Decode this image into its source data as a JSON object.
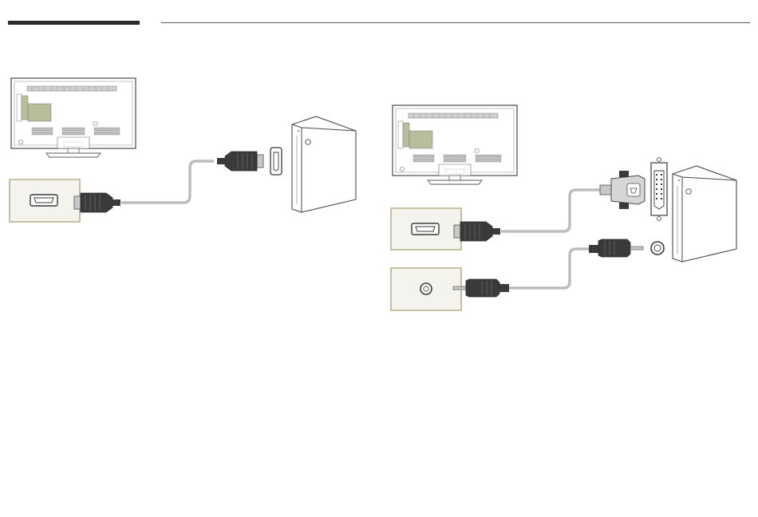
{
  "colors": {
    "port_panel_fill": "#f4f3ee",
    "port_panel_border": "#b6b08c",
    "board_green": "#b9bd9a",
    "connector_dark": "#3a3a3a",
    "connector_light": "#c8c8c8",
    "cable": "#bdbdbd",
    "outline": "#4a4a4a"
  },
  "diagrams": [
    {
      "name": "hdmi-connection",
      "cables": [
        "hdmi-cable"
      ],
      "panel_ports": [
        "hdmi-port"
      ],
      "device_ports": [
        "hdmi-port"
      ]
    },
    {
      "name": "hdmi-dvi-audio-connection",
      "cables": [
        "hdmi-dvi-cable",
        "stereo-audio-cable"
      ],
      "panel_ports": [
        "hdmi-port",
        "audio-in-port"
      ],
      "device_ports": [
        "dvi-port",
        "audio-out-port"
      ]
    }
  ]
}
